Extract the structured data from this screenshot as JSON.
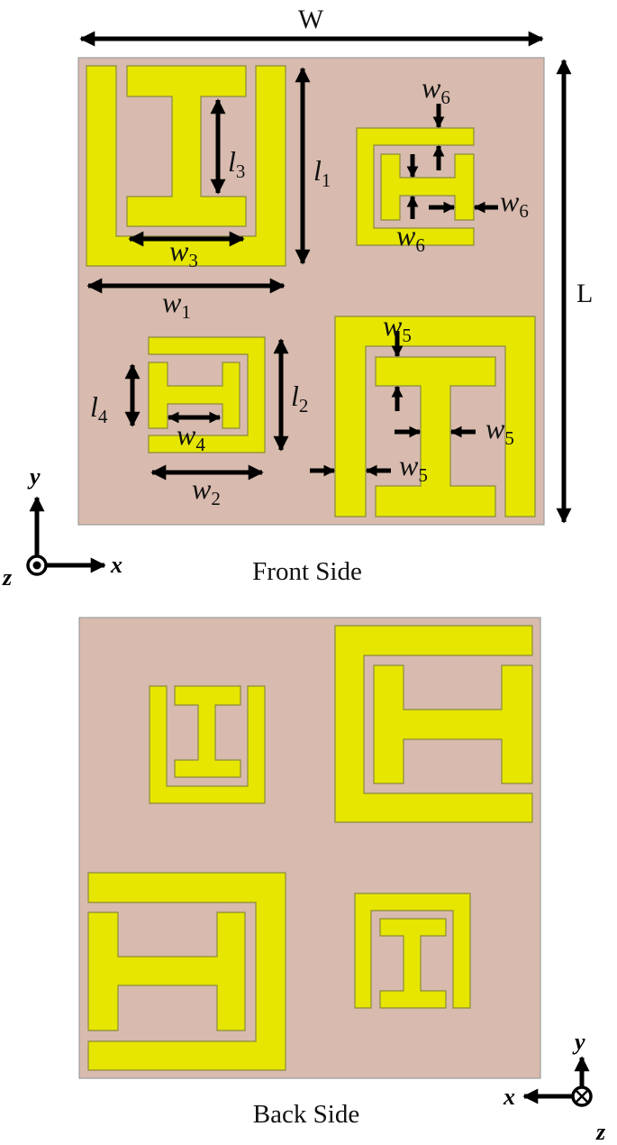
{
  "figure": {
    "front_caption": "Front Side",
    "back_caption": "Back Side",
    "colors": {
      "substrate": "#D8BBAE",
      "metal": "#E6E600",
      "metal_edge": "#8C8A3C",
      "arrow": "#000000"
    }
  },
  "dimensions": {
    "W": "W",
    "L": "L",
    "l1": {
      "sym": "l",
      "sub": "1"
    },
    "l2": {
      "sym": "l",
      "sub": "2"
    },
    "l3": {
      "sym": "l",
      "sub": "3"
    },
    "l4": {
      "sym": "l",
      "sub": "4"
    },
    "w1": {
      "sym": "w",
      "sub": "1"
    },
    "w2": {
      "sym": "w",
      "sub": "2"
    },
    "w3": {
      "sym": "w",
      "sub": "3"
    },
    "w4": {
      "sym": "w",
      "sub": "4"
    },
    "w5": {
      "sym": "w",
      "sub": "5"
    },
    "w6": {
      "sym": "w",
      "sub": "6"
    }
  },
  "axes": {
    "front": {
      "x": "x",
      "y": "y",
      "z": "z",
      "origin_icon": "dot-in-circle"
    },
    "back": {
      "x": "x",
      "y": "y",
      "z": "z",
      "origin_icon": "cross-in-circle"
    }
  }
}
